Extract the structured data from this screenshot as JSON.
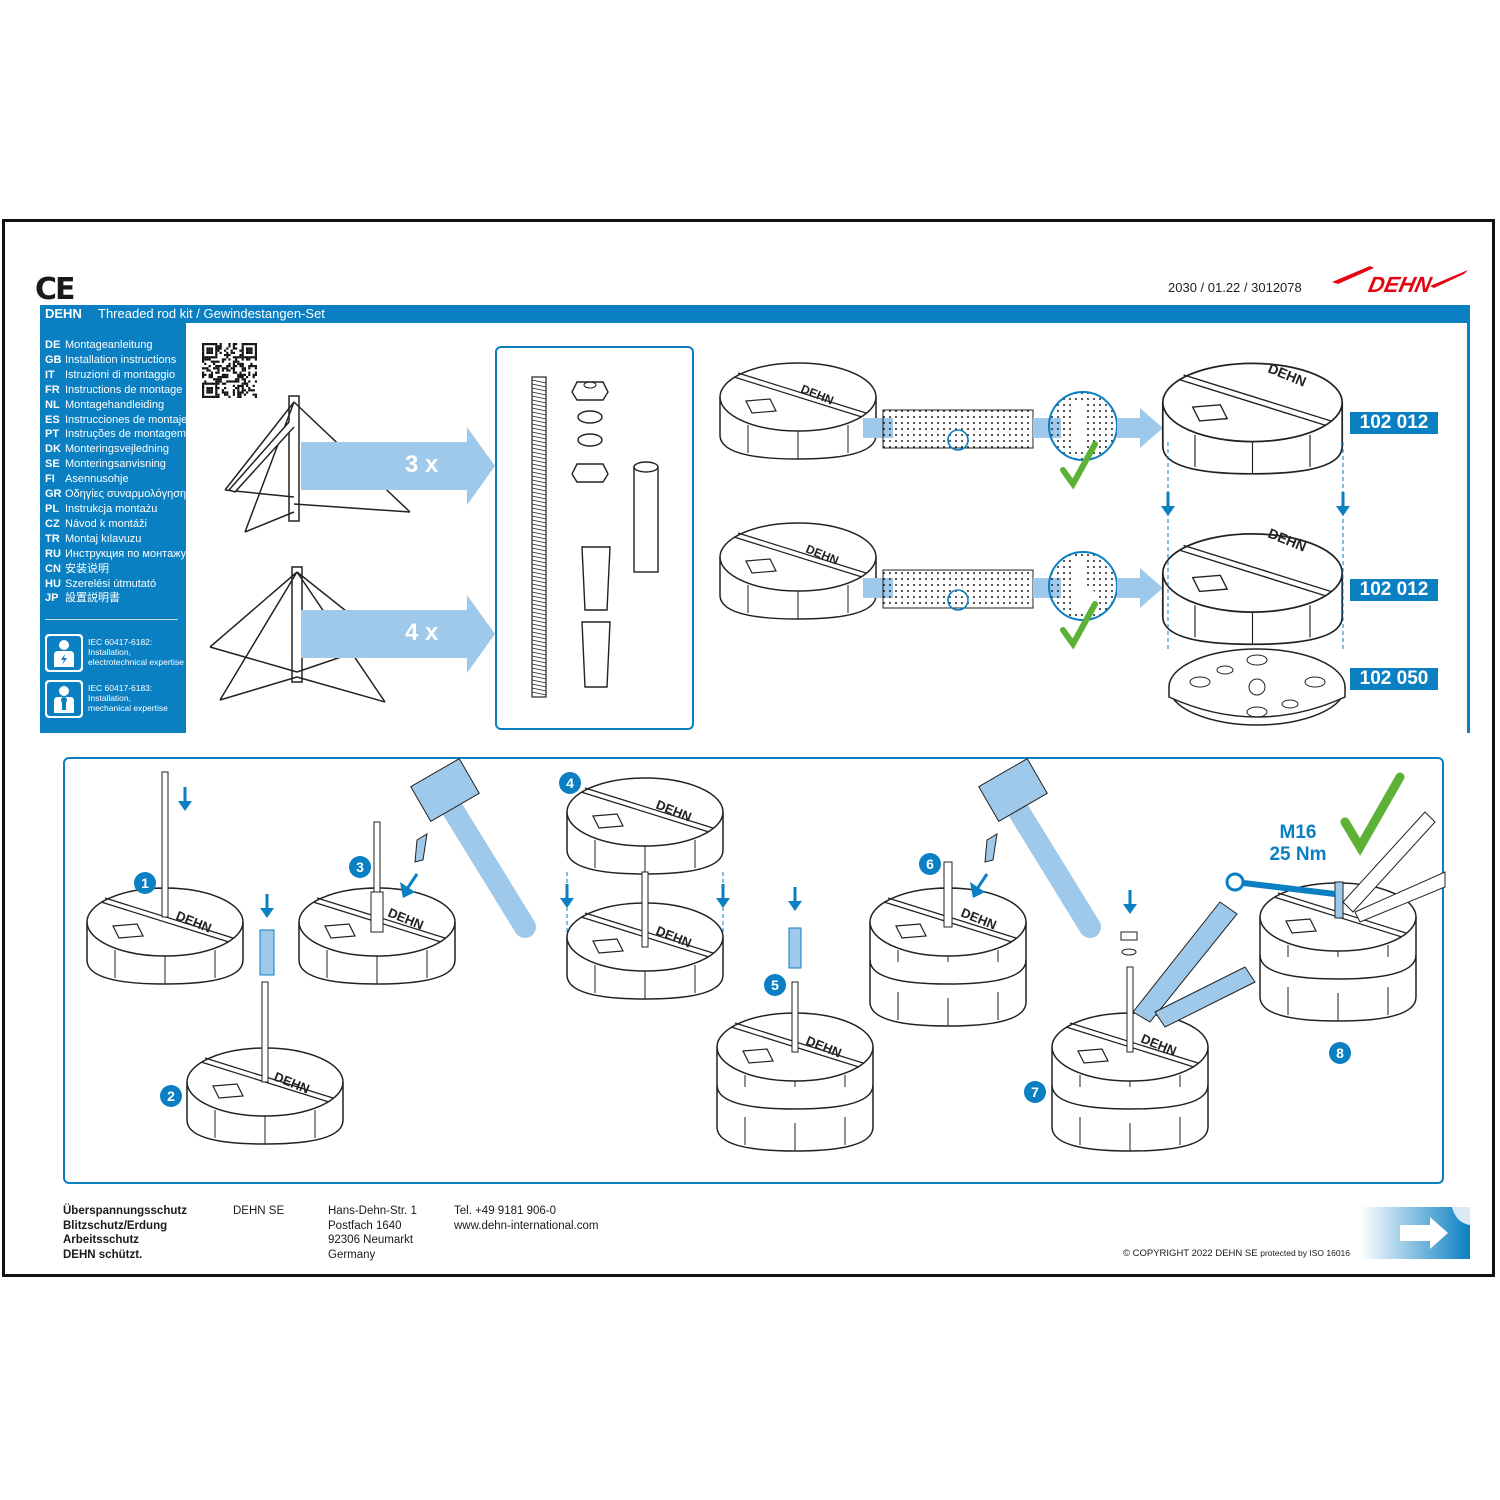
{
  "header": {
    "ce_mark": "CE",
    "document_number": "2030 / 01.22 / 3012078",
    "logo_text": "DEHN",
    "brand": "DEHN",
    "title": "Threaded rod kit / Gewindestangen-Set"
  },
  "languages": [
    {
      "code": "DE",
      "label": "Montageanleitung"
    },
    {
      "code": "GB",
      "label": "Installation instructions"
    },
    {
      "code": "IT",
      "label": "Istruzioni di montaggio"
    },
    {
      "code": "FR",
      "label": "Instructions de montage"
    },
    {
      "code": "NL",
      "label": "Montagehandleiding"
    },
    {
      "code": "ES",
      "label": "Instrucciones de montaje"
    },
    {
      "code": "PT",
      "label": "Instruções de montagem"
    },
    {
      "code": "DK",
      "label": "Monteringsvejledning"
    },
    {
      "code": "SE",
      "label": "Monteringsanvisning"
    },
    {
      "code": "FI",
      "label": "Asennusohje"
    },
    {
      "code": "GR",
      "label": "Οδηγίες συναρμολόγησης"
    },
    {
      "code": "PL",
      "label": "Instrukcja montażu"
    },
    {
      "code": "CZ",
      "label": "Návod k montáži"
    },
    {
      "code": "TR",
      "label": "Montaj kılavuzu"
    },
    {
      "code": "RU",
      "label": "Инструкция по монтажу"
    },
    {
      "code": "CN",
      "label": "安装说明"
    },
    {
      "code": "HU",
      "label": "Szerelési útmutató"
    },
    {
      "code": "JP",
      "label": "設置説明書"
    }
  ],
  "qualifications": [
    {
      "line1": "IEC 60417-6182:",
      "line2": "Installation,",
      "line3": "electrotechnical expertise",
      "icon": "electrician-icon"
    },
    {
      "line1": "IEC 60417-6183:",
      "line2": "Installation,",
      "line3": "mechanical expertise",
      "icon": "mechanic-icon"
    }
  ],
  "tripod_multipliers": [
    "3 x",
    "4 x"
  ],
  "part_numbers": [
    "102 012",
    "102 012",
    "102 050"
  ],
  "base_marking": "DEHN",
  "steps": [
    "1",
    "2",
    "3",
    "4",
    "5",
    "6",
    "7",
    "8"
  ],
  "torque": {
    "thread": "M16",
    "value": "25 Nm"
  },
  "footer": {
    "slogans": [
      "Überspannungsschutz",
      "Blitzschutz/Erdung",
      "Arbeitsschutz",
      "DEHN schützt."
    ],
    "company": "DEHN SE",
    "address": [
      "Hans-Dehn-Str. 1",
      "Postfach 1640",
      "92306 Neumarkt",
      "Germany"
    ],
    "contact": [
      "Tel. +49 9181 906-0",
      "www.dehn-international.com"
    ],
    "copyright": "© COPYRIGHT 2022  DEHN SE",
    "iso_note": "protected by ISO 16016"
  },
  "colors": {
    "accent": "#0a7fc2",
    "light_blue": "#9ec9ea",
    "check_green": "#5db134",
    "logo_red": "#e30613"
  }
}
